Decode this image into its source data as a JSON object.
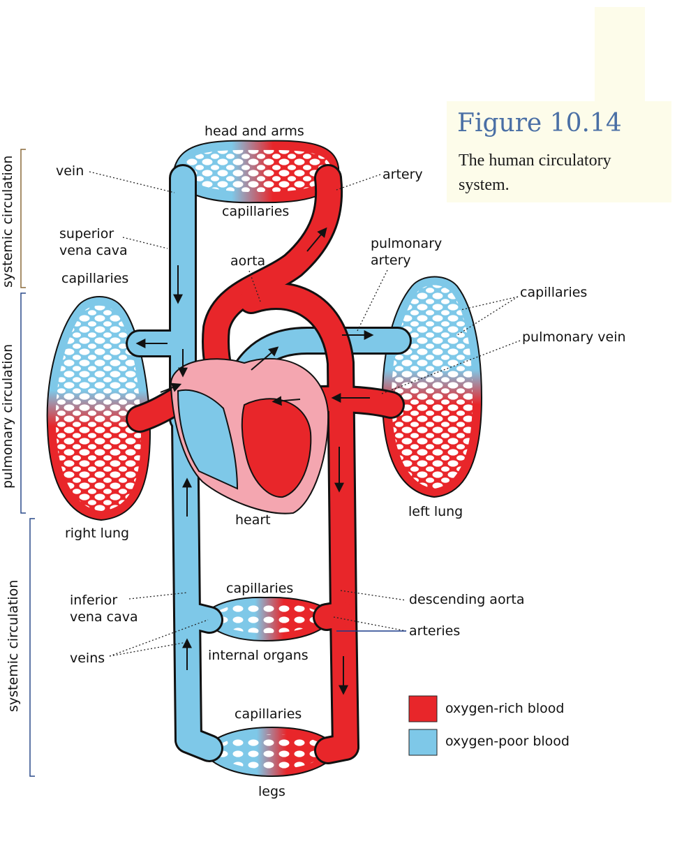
{
  "figure": {
    "number": "Figure 10.14",
    "caption_line1": "The human circulatory",
    "caption_line2": "system."
  },
  "side_labels": {
    "top": "systemic circulation",
    "middle": "pulmonary circulation",
    "bottom": "systemic circulation"
  },
  "labels": {
    "head_and_arms": "head and arms",
    "vein": "vein",
    "artery": "artery",
    "capillaries_head": "capillaries",
    "superior_vena_cava_1": "superior",
    "superior_vena_cava_2": "vena cava",
    "aorta": "aorta",
    "pulmonary_artery_1": "pulmonary",
    "pulmonary_artery_2": "artery",
    "capillaries_right_lung": "capillaries",
    "capillaries_left_lung": "capillaries",
    "pulmonary_vein": "pulmonary vein",
    "left_lung": "left lung",
    "heart": "heart",
    "right_lung": "right lung",
    "capillaries_organs": "capillaries",
    "inferior_vena_cava_1": "inferior",
    "inferior_vena_cava_2": "vena cava",
    "descending_aorta": "descending aorta",
    "arteries": "arteries",
    "veins": "veins",
    "internal_organs": "internal organs",
    "capillaries_legs": "capillaries",
    "legs": "legs"
  },
  "legend": {
    "items": [
      {
        "label": "oxygen-rich blood",
        "color": "#e8262a"
      },
      {
        "label": "oxygen-poor blood",
        "color": "#7ec8e8"
      }
    ]
  },
  "colors": {
    "oxygen_rich": "#e8262a",
    "oxygen_poor": "#7ec8e8",
    "heart_tissue": "#f4a6b0",
    "figure_number": "#4a6fa5",
    "caption_panel": "#fdfcea"
  }
}
